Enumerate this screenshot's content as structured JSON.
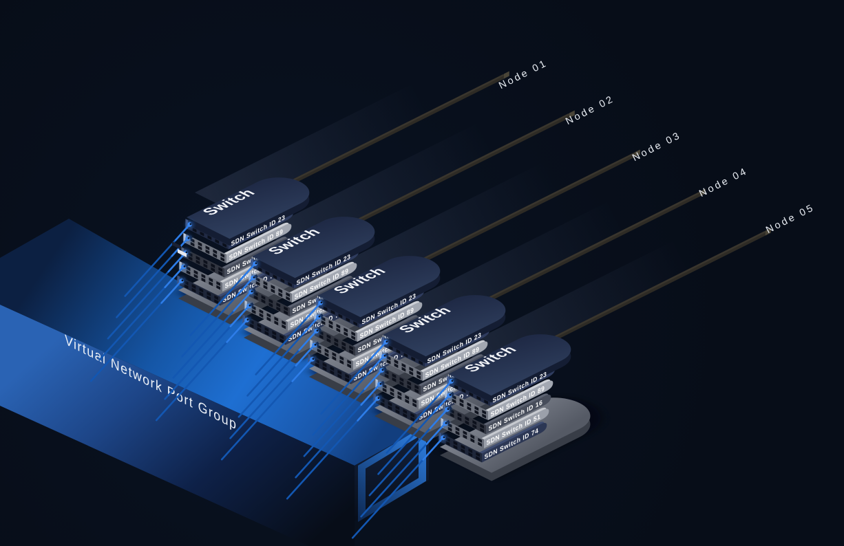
{
  "port_group": {
    "label": "Virtual Network Port Group"
  },
  "nodes": [
    {
      "label": "Node 01"
    },
    {
      "label": "Node 02"
    },
    {
      "label": "Node 03"
    },
    {
      "label": "Node 04"
    },
    {
      "label": "Node 05"
    }
  ],
  "switches": [
    {
      "title": "Switch",
      "layers": [
        "SDN Switch ID 23",
        "SDN Switch ID 89",
        "SDN Switch ID 16",
        "SDN Switch ID 51",
        "SDN Switch ID 74"
      ]
    },
    {
      "title": "Switch",
      "layers": [
        "SDN Switch ID 23",
        "SDN Switch ID 89",
        "SDN Switch ID 16",
        "SDN Switch ID 51",
        "SDN Switch ID 74"
      ]
    },
    {
      "title": "Switch",
      "layers": [
        "SDN Switch ID 23",
        "SDN Switch ID 89",
        "SDN Switch ID 16",
        "SDN Switch ID 51",
        "SDN Switch ID 74"
      ]
    },
    {
      "title": "Switch",
      "layers": [
        "SDN Switch ID 23",
        "SDN Switch ID 89",
        "SDN Switch ID 16",
        "SDN Switch ID 51",
        "SDN Switch ID 74"
      ]
    },
    {
      "title": "Switch",
      "layers": [
        "SDN Switch ID 23",
        "SDN Switch ID 89",
        "SDN Switch ID 16",
        "SDN Switch ID 51",
        "SDN Switch ID 74"
      ]
    }
  ],
  "icons": {
    "cable_connector": "glowing-blue-plug",
    "cable_plug_light": "ethernet-plug-light",
    "cable_plug_dark": "ethernet-plug-dark",
    "port_outline": "isometric-square-outline"
  },
  "colors": {
    "background": "#070d18",
    "slab_top_blue": "#1e6fd2",
    "slab_front_blue": "#2a63b4",
    "cable_blue": "#1357b2",
    "connector_blue": "#3b87f0",
    "outline_blue": "#2e80e4",
    "layer_navy": "#2f3c5f",
    "layer_light_gray": "#a3a8b2",
    "layer_dark_gray": "#474d5b",
    "base_gray": "#7d828d",
    "rod_gray": "#3a362e",
    "text_white": "#f4f6fa"
  }
}
